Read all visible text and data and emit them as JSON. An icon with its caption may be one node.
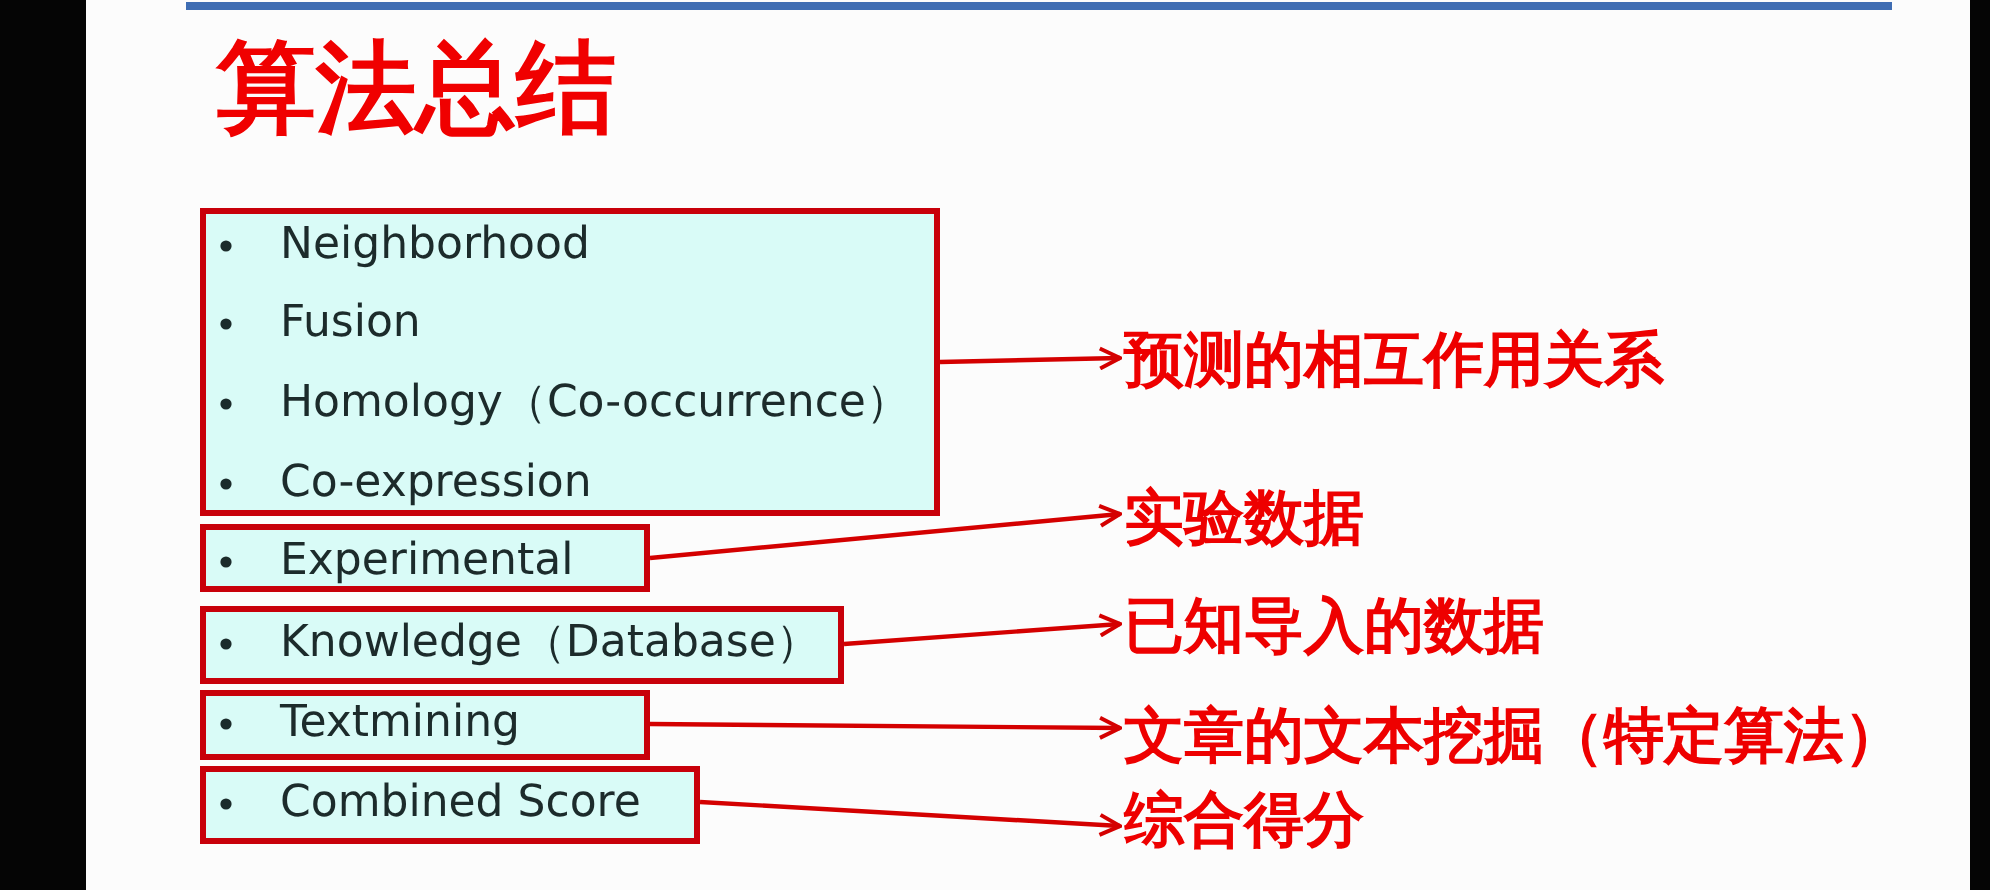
{
  "diagram": {
    "title": "算法总结",
    "nodes": [
      {
        "text": [
          "Neighborhood",
          "Fusion",
          "Homology（Co-occurrence）",
          "Co-expression"
        ]
      },
      {
        "text": [
          "Experimental"
        ]
      },
      {
        "text": [
          "Knowledge（Database）"
        ]
      },
      {
        "text": [
          "Textmining"
        ]
      },
      {
        "text": [
          "Combined Score"
        ]
      },
      {
        "text": [
          "预测的相互作用关系"
        ]
      },
      {
        "text": [
          "实验数据"
        ]
      },
      {
        "text": [
          "已知导入的数据"
        ]
      },
      {
        "text": [
          "文章的文本挖掘（特定算法）"
        ]
      },
      {
        "text": [
          "综合得分"
        ]
      }
    ],
    "edges": [
      {
        "from": 0,
        "to": 5,
        "arrow": "to"
      },
      {
        "from": 1,
        "to": 6,
        "arrow": "to"
      },
      {
        "from": 2,
        "to": 7,
        "arrow": "to"
      },
      {
        "from": 3,
        "to": 8,
        "arrow": "to"
      },
      {
        "from": 4,
        "to": 9,
        "arrow": "to"
      }
    ]
  }
}
